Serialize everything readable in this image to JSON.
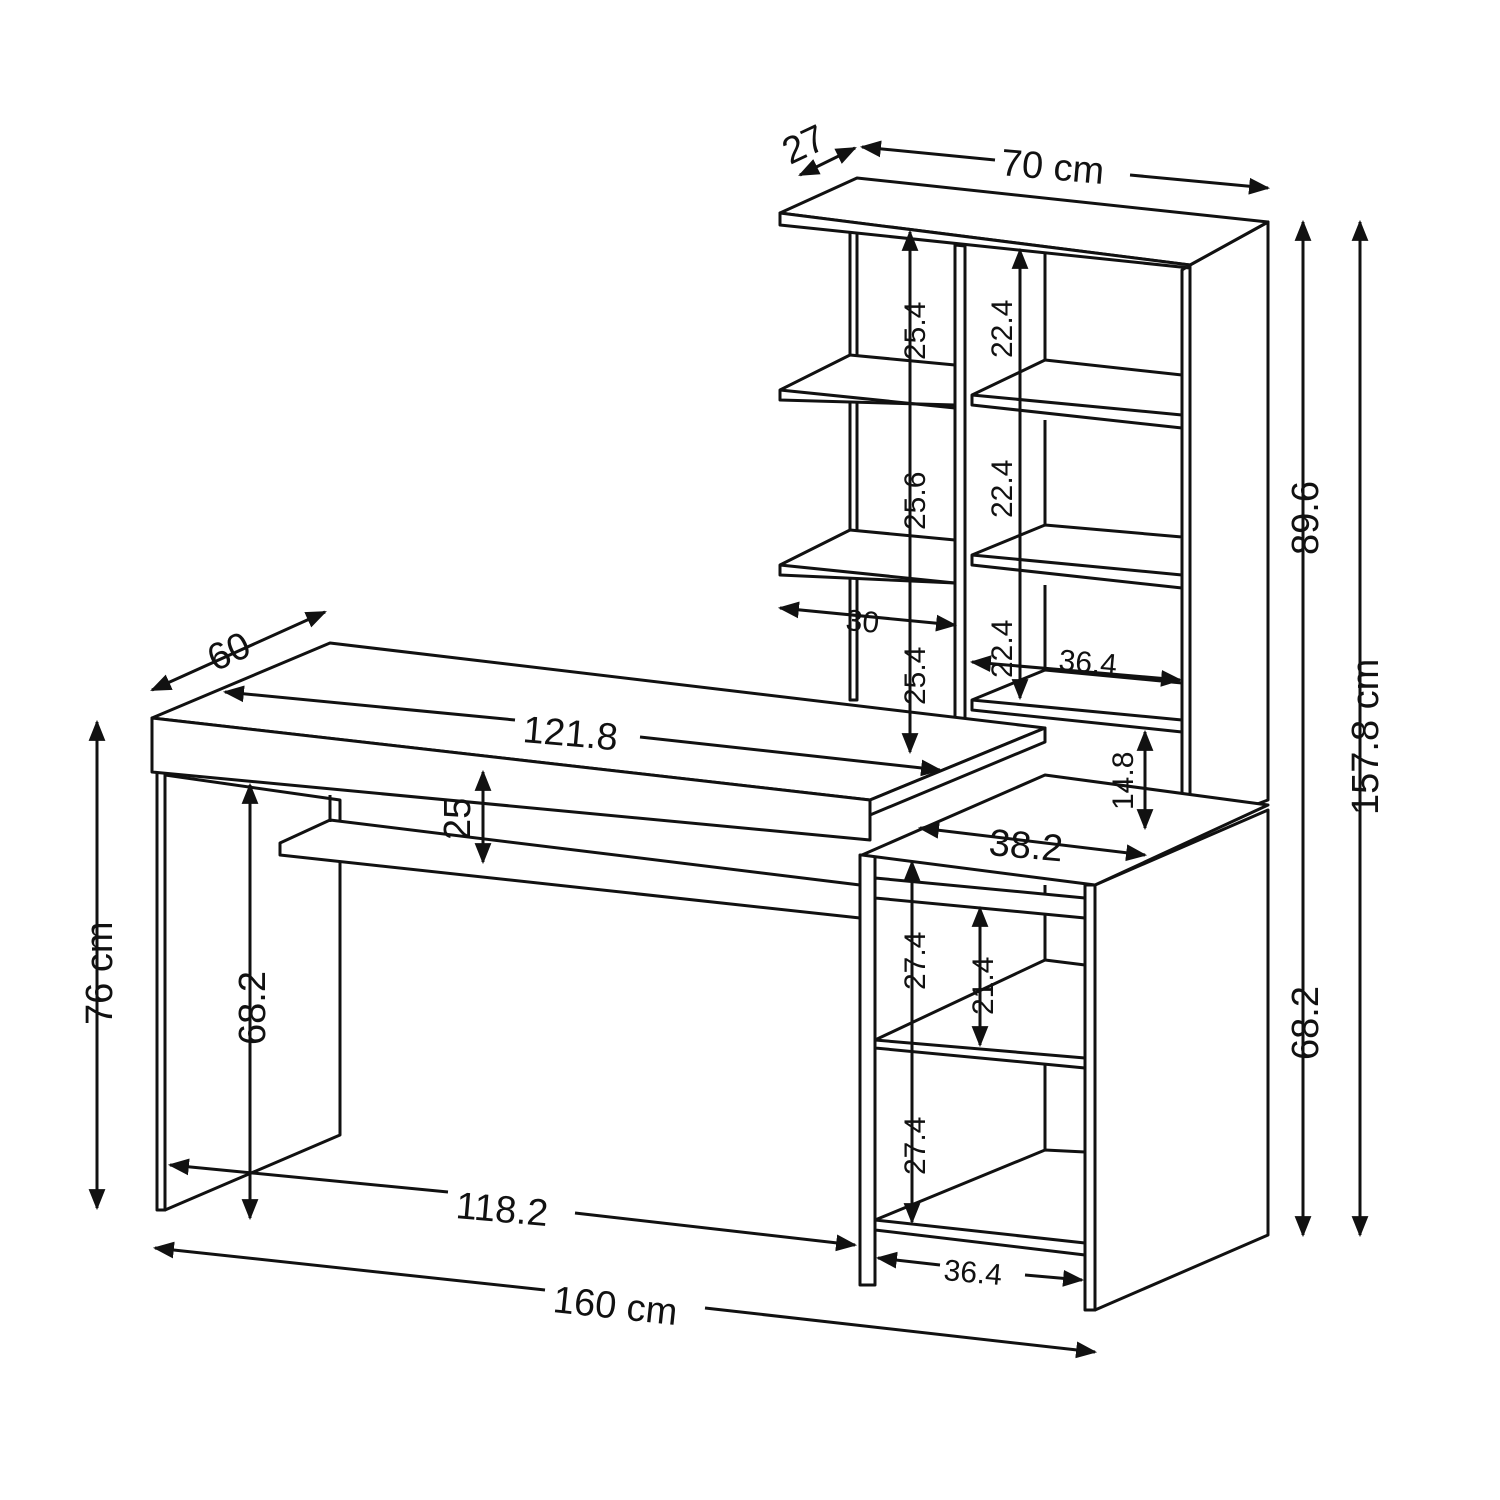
{
  "title": "Desk with bookshelf dimension drawing",
  "units": "cm",
  "dimensions": {
    "shelf_depth": "27",
    "shelf_width": "70 cm",
    "left_gap_1": "25.4",
    "left_gap_2": "25.6",
    "left_gap_3": "25.4",
    "left_width": "30",
    "right_gap_1": "22.4",
    "right_gap_2": "22.4",
    "right_gap_3": "22.4",
    "right_width": "36.4",
    "desk_depth": "60",
    "desk_width_top": "121.8",
    "keyboard_gap": "25",
    "lower_gap": "14.8",
    "cabinet_top": "38.2",
    "shelf_height": "89.6",
    "total_height": "157.8 cm",
    "desk_height": "76 cm",
    "leg_clearance": "68.2",
    "cabinet_gap_1": "27.4",
    "cabinet_gap_mid": "21.4",
    "cabinet_gap_2": "27.4",
    "cabinet_height": "68.2",
    "knee_width": "118.2",
    "cabinet_width": "36.4",
    "total_width": "160 cm"
  }
}
